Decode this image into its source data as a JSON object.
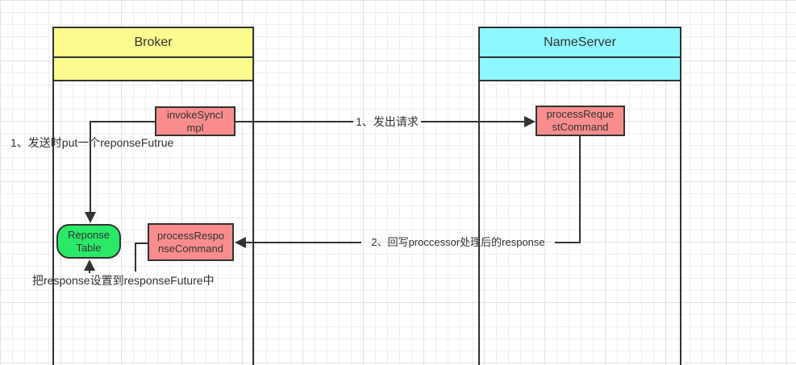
{
  "actors": {
    "broker": {
      "title": "Broker"
    },
    "nameserver": {
      "title": "NameServer"
    }
  },
  "nodes": {
    "invokeSyncImpl": "invokeSyncI\nmpl",
    "processRequestCommand": "processReque\nstCommand",
    "processResponseCommand": "processRespo\nnseCommand",
    "responseTable": "Reponse\nTable"
  },
  "messages": {
    "send_request": "1、发出请求",
    "write_back_response": "2、回写proccessor处理后的response"
  },
  "notes": {
    "put_response_future": "1、发送时put一个reponseFutrue",
    "set_response_to_future": "把response设置到responseFuture中"
  },
  "colors": {
    "broker_fill": "#fbfb8f",
    "nameserver_fill": "#8ff7ff",
    "process_box_fill": "#f98d8d",
    "response_table_fill": "#2be968",
    "stroke": "#333333",
    "grid_line": "#efefef"
  }
}
